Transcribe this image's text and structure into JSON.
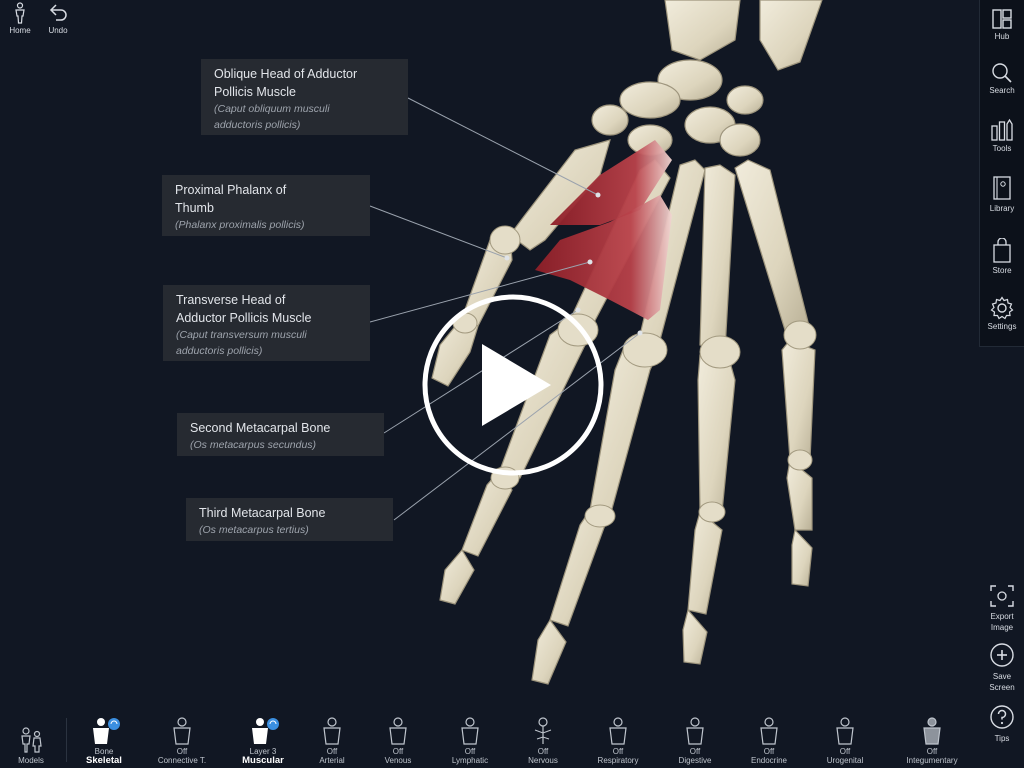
{
  "top_left": {
    "home_label": "Home",
    "undo_label": "Undo"
  },
  "right_toolbar": {
    "hub": "Hub",
    "search": "Search",
    "tools": "Tools",
    "library": "Library",
    "store": "Store",
    "settings": "Settings",
    "export_line1": "Export",
    "export_line2": "Image",
    "save_line1": "Save",
    "save_line2": "Screen",
    "tips": "Tips"
  },
  "labels": [
    {
      "title_line1": "Oblique Head of Adductor",
      "title_line2": "Pollicis Muscle",
      "latin_line1": "(Caput obliquum musculi",
      "latin_line2": "adductoris pollicis)"
    },
    {
      "title_line1": "Proximal Phalanx of",
      "title_line2": "Thumb",
      "latin_line1": "(Phalanx proximalis pollicis)"
    },
    {
      "title_line1": "Transverse Head of",
      "title_line2": "Adductor Pollicis Muscle",
      "latin_line1": "(Caput transversum musculi",
      "latin_line2": "adductoris pollicis)"
    },
    {
      "title_line1": "Second Metacarpal Bone",
      "latin_line1": "(Os metacarpus secundus)"
    },
    {
      "title_line1": "Third Metacarpal Bone",
      "latin_line1": "(Os metacarpus tertius)"
    }
  ],
  "bottom_bar": {
    "models": "Models",
    "skeletal_top": "Bone",
    "skeletal_main": "Skeletal",
    "connective_top": "Off",
    "connective_main": "Connective T.",
    "muscular_top": "Layer 3",
    "muscular_main": "Muscular",
    "arterial_top": "Off",
    "arterial_main": "Arterial",
    "venous_top": "Off",
    "venous_main": "Venous",
    "lymphatic_top": "Off",
    "lymphatic_main": "Lymphatic",
    "nervous_top": "Off",
    "nervous_main": "Nervous",
    "respiratory_top": "Off",
    "respiratory_main": "Respiratory",
    "digestive_top": "Off",
    "digestive_main": "Digestive",
    "endocrine_top": "Off",
    "endocrine_main": "Endocrine",
    "urogenital_top": "Off",
    "urogenital_main": "Urogenital",
    "integumentary_top": "Off",
    "integumentary_main": "Integumentary"
  },
  "colors": {
    "background": "#111723",
    "bone": "#e6e0cc",
    "muscle": "#a8303a",
    "accent": "#3b8fe0"
  }
}
